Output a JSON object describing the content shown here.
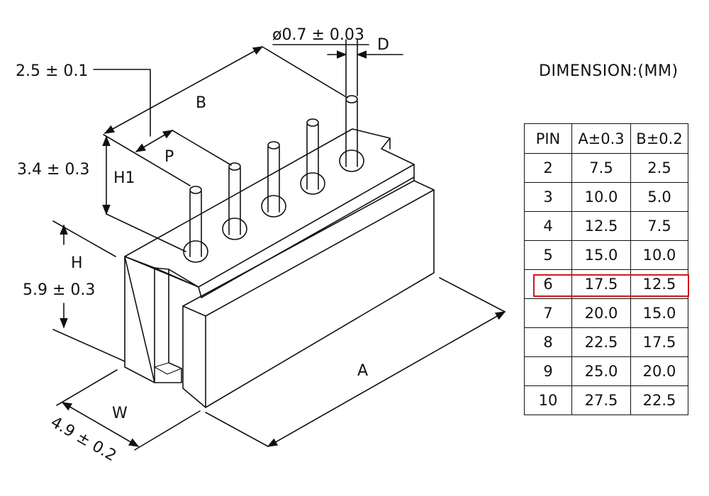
{
  "labels": {
    "pin_dia": "ø0.7 ± 0.03",
    "d": "D",
    "tol_25": "2.5 ± 0.1",
    "b": "B",
    "p": "P",
    "tol_34": "3.4 ± 0.3",
    "h1": "H1",
    "h": "H",
    "tol_59": "5.9 ± 0.3",
    "a": "A",
    "w": "W",
    "tol_49": "4.9 ± 0.2"
  },
  "dimension_title": "DIMENSION:(MM)",
  "table": {
    "headers": [
      "PIN",
      "A±0.3",
      "B±0.2"
    ],
    "rows": [
      [
        "2",
        "7.5",
        "2.5"
      ],
      [
        "3",
        "10.0",
        "5.0"
      ],
      [
        "4",
        "12.5",
        "7.5"
      ],
      [
        "5",
        "15.0",
        "10.0"
      ],
      [
        "6",
        "17.5",
        "12.5"
      ],
      [
        "7",
        "20.0",
        "15.0"
      ],
      [
        "8",
        "22.5",
        "17.5"
      ],
      [
        "9",
        "25.0",
        "20.0"
      ],
      [
        "10",
        "27.5",
        "22.5"
      ]
    ],
    "highlighted_row": "6"
  },
  "colors": {
    "line": "#111111",
    "highlight": "#d01a1a",
    "background": "#ffffff"
  }
}
